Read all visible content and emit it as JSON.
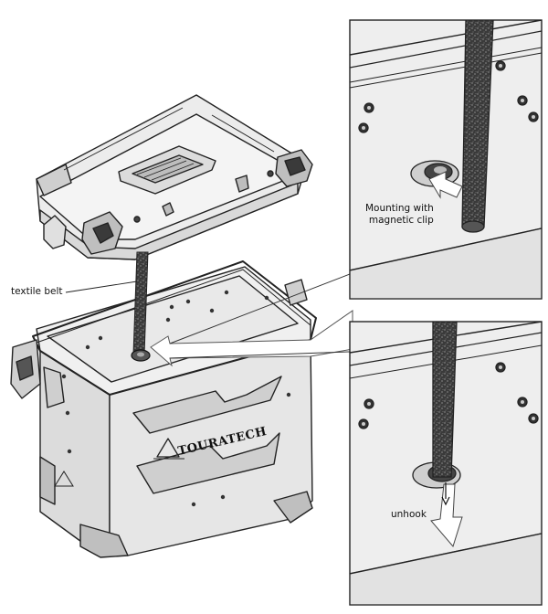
{
  "labels": {
    "textile_belt": "textile belt",
    "mounting_line1": "Mounting with",
    "mounting_line2": "magnetic clip",
    "unhook": "unhook"
  },
  "brand": {
    "logo_text": "TOURATECH"
  },
  "colors": {
    "line": "#222222",
    "metal": "#e6e6e6",
    "belt": "#4a4a4a",
    "panel_shade": "#d6d6d6"
  }
}
